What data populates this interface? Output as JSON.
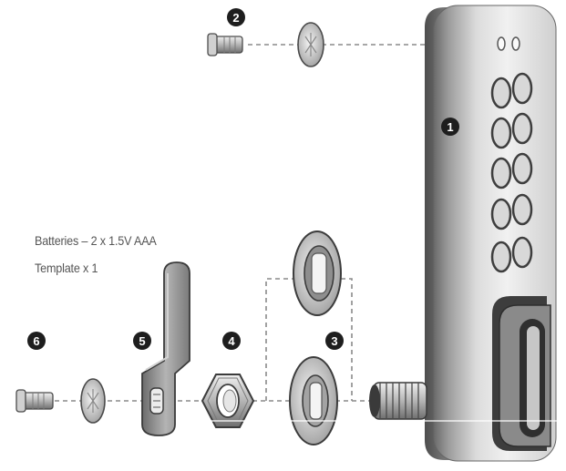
{
  "notes": {
    "batteries": "Batteries – 2 x 1.5V AAA",
    "template": "Template x 1"
  },
  "part_numbers": {
    "lock_body": "1",
    "screw_top": "2",
    "washers": "3",
    "nut": "4",
    "cam": "5",
    "screw_cam": "6"
  },
  "colors": {
    "metal_light": "#e6e6e6",
    "metal_mid": "#a9a9a9",
    "metal_dark": "#5f5f5f",
    "dashed_line": "#8a8a8a",
    "number_badge": "#1e1e1e"
  }
}
